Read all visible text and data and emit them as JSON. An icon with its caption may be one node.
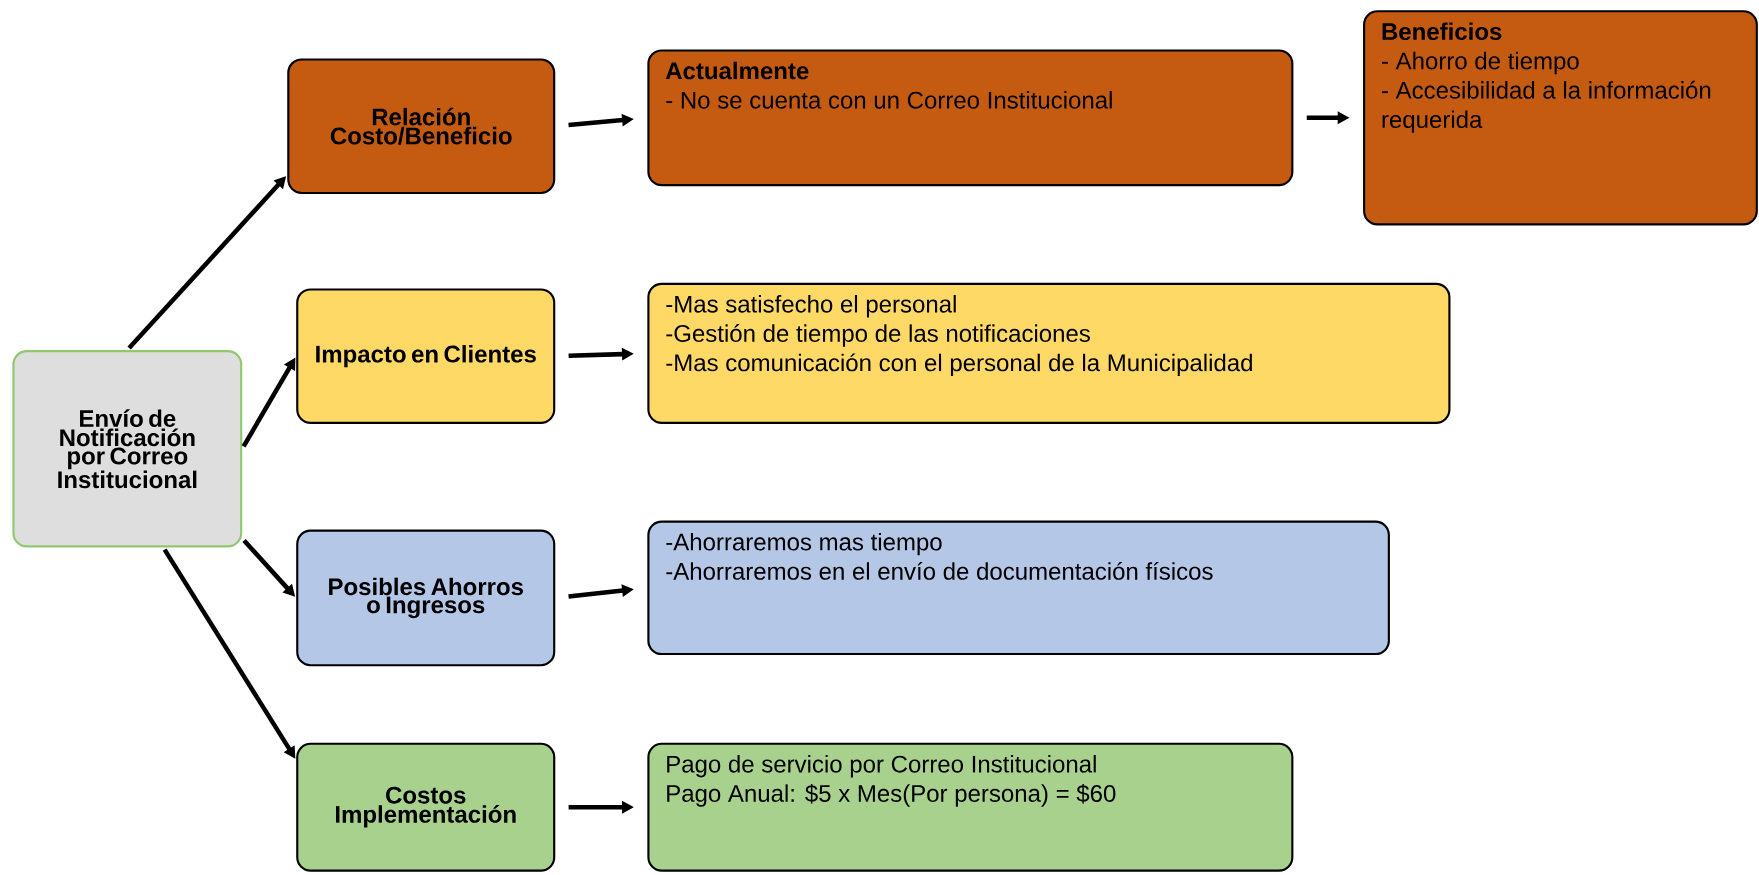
{
  "diagram": {
    "nodes": [
      {
        "text": [
          "Envío de Notificación por Correo Institucional"
        ]
      },
      {
        "text": [
          "Relación Costo/Beneficio"
        ]
      },
      {
        "text": [
          "Actualmente",
          "- No se cuenta con un Correo Institucional"
        ]
      },
      {
        "text": [
          "Beneficios",
          "- Ahorro de tiempo",
          "- Accesibilidad a la información requerida"
        ]
      },
      {
        "text": [
          "Impacto en Clientes"
        ]
      },
      {
        "text": [
          "-Mas satisfecho el personal",
          "-Gestión de tiempo de las notificaciones",
          "-Mas comunicación con el personal de la Municipalidad"
        ]
      },
      {
        "text": [
          "Posibles Ahorros o Ingresos"
        ]
      },
      {
        "text": [
          "-Ahorraremos mas tiempo",
          "-Ahorraremos en el envío de documentación físicos"
        ]
      },
      {
        "text": [
          "Costos Implementación"
        ]
      },
      {
        "text": [
          "Pago de servicio por Correo Institucional",
          "Pago Anual: $5 x Mes(Por persona) = $60"
        ]
      }
    ],
    "edges": [
      {
        "from": 0,
        "to": 1,
        "arrow": "to"
      },
      {
        "from": 0,
        "to": 4,
        "arrow": "to"
      },
      {
        "from": 0,
        "to": 6,
        "arrow": "to"
      },
      {
        "from": 0,
        "to": 8,
        "arrow": "to"
      },
      {
        "from": 1,
        "to": 2,
        "arrow": "to"
      },
      {
        "from": 2,
        "to": 3,
        "arrow": "to"
      },
      {
        "from": 4,
        "to": 5,
        "arrow": "to"
      },
      {
        "from": 6,
        "to": 7,
        "arrow": "to"
      },
      {
        "from": 8,
        "to": 9,
        "arrow": "to"
      }
    ]
  }
}
